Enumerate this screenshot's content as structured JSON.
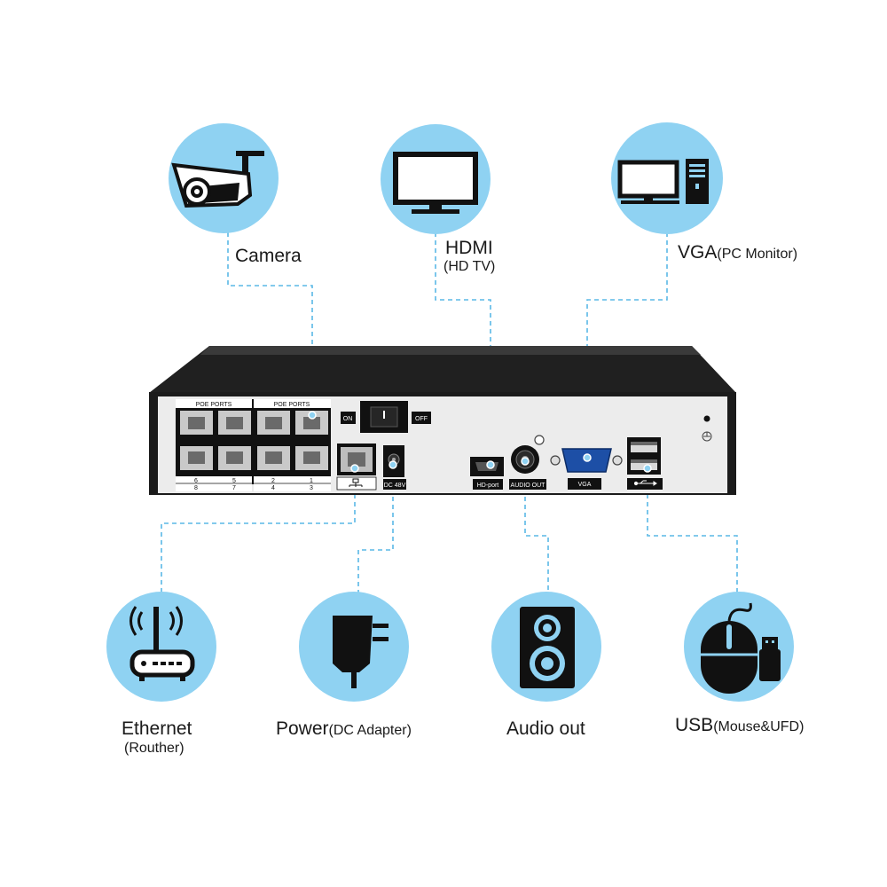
{
  "top_devices": {
    "camera": {
      "label": "Camera"
    },
    "hdmi": {
      "label": "HDMI",
      "sub": "(HD TV)"
    },
    "vga": {
      "label": "VGA",
      "sub": "(PC Monitor)"
    }
  },
  "bottom_devices": {
    "ethernet": {
      "label": "Ethernet",
      "sub": "(Routher)"
    },
    "power": {
      "label": "Power",
      "sub": "(DC Adapter)"
    },
    "audio": {
      "label": "Audio out"
    },
    "usb": {
      "label": "USB",
      "sub": "(Mouse&UFD)"
    }
  },
  "panel": {
    "poe_group_left": "POE PORTS",
    "poe_group_right": "POE PORTS",
    "port_numbers_top": [
      "6",
      "5",
      "2",
      "1"
    ],
    "port_numbers_bottom": [
      "8",
      "7",
      "4",
      "3"
    ],
    "switch_on": "ON",
    "switch_off": "OFF",
    "dc_label": "DC 48V",
    "hd_port_label": "HD-port",
    "audio_out_label": "AUDIO OUT",
    "vga_label": "VGA"
  },
  "colors": {
    "circle_fill": "#8fd2f2",
    "icon_color": "#111111",
    "connector_line": "#5ab8e6",
    "device_body": "#1c1c1c"
  }
}
